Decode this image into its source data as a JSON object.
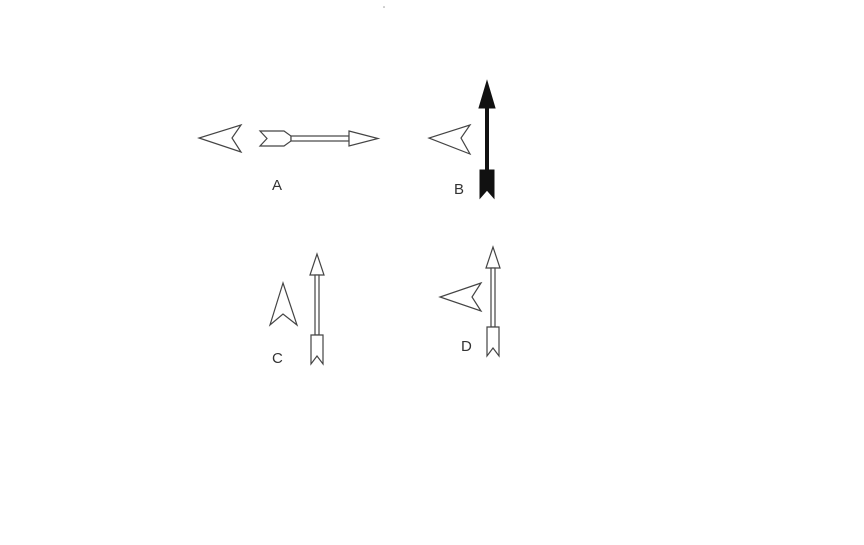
{
  "figure": {
    "panels": [
      {
        "id": "A",
        "label": "A",
        "arrow_direction": "right",
        "arrow_style": "outline",
        "chevron_direction": "left"
      },
      {
        "id": "B",
        "label": "B",
        "arrow_direction": "up",
        "arrow_style": "solid-black",
        "chevron_direction": "left"
      },
      {
        "id": "C",
        "label": "C",
        "arrow_direction": "up",
        "arrow_style": "outline",
        "chevron_direction": "up"
      },
      {
        "id": "D",
        "label": "D",
        "arrow_direction": "up",
        "arrow_style": "outline",
        "chevron_direction": "left"
      }
    ]
  },
  "colors": {
    "stroke": "#444444",
    "solid_fill": "#111111",
    "label": "#333333",
    "background": "#ffffff"
  }
}
